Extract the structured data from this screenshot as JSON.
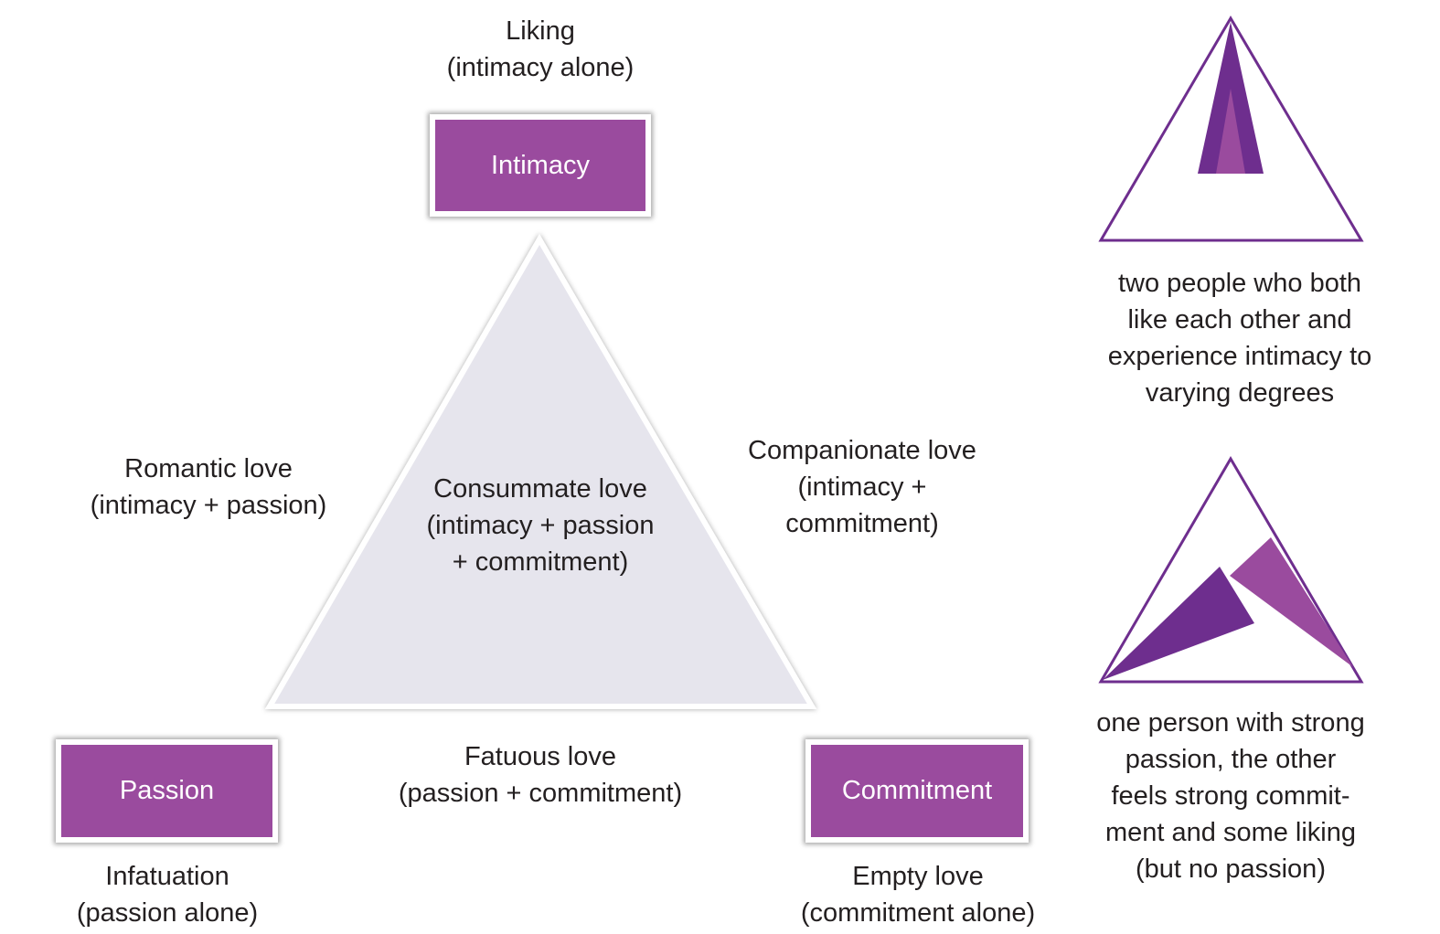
{
  "colors": {
    "box_fill": "#9a4b9e",
    "triangle_fill": "#e6e5ed",
    "outline_purple": "#6e2e8e",
    "dark_purple": "#6e2e8e",
    "light_purple": "#9a4b9e"
  },
  "vertices": {
    "intimacy": "Intimacy",
    "passion": "Passion",
    "commitment": "Commitment"
  },
  "labels": {
    "liking": [
      "Liking",
      "(intimacy alone)"
    ],
    "infatuation": [
      "Infatuation",
      "(passion alone)"
    ],
    "empty_love": [
      "Empty love",
      "(commitment alone)"
    ],
    "romantic_love": [
      "Romantic love",
      "(intimacy + passion)"
    ],
    "companionate_love": [
      "Companionate love",
      "(intimacy +",
      "commitment)"
    ],
    "fatuous_love": [
      "Fatuous love",
      "(passion + commitment)"
    ],
    "consummate_love": [
      "Consummate love",
      "(intimacy + passion",
      "+ commitment)"
    ]
  },
  "examples": {
    "top_caption": [
      "two people who both",
      "like each other and",
      "experience intimacy to",
      "varying degrees"
    ],
    "bottom_caption": [
      "one person with strong",
      "passion, the other",
      "feels strong commit-",
      "ment and some liking",
      "(but no passion)"
    ]
  }
}
